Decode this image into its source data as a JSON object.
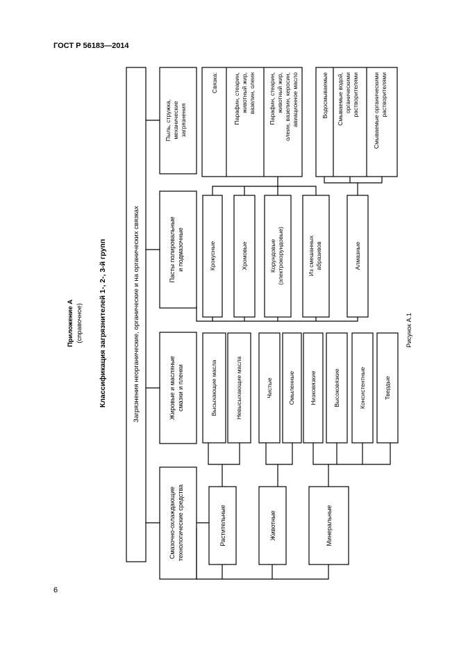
{
  "header": {
    "standard": "ГОСТ Р 56183—2014"
  },
  "footer": {
    "page_number": "6"
  },
  "appendix": {
    "title": "Приложение А",
    "note": "(справочное)"
  },
  "figure": {
    "title": "Классификация загрязнителей 1-, 2-, 3-й групп",
    "caption": "Рисунок А.1",
    "root": "Загрязнения неорганические, органические и на органических связках",
    "categories": [
      "Смазочно-охлаждающие технологические средства",
      "Жировые и масляные смазки и пленки",
      "Пасты полировальные и подмазочные",
      "Пыль, стружка, механические загрязнения"
    ],
    "sozh": [
      "Растительные",
      "Животные",
      "Минеральные"
    ],
    "greases": [
      "Высыхающие масла",
      "Невысыхающие масла",
      "Чистые",
      "Омыленные",
      "Низковязкие",
      "Высоковязкие",
      "Консистентные",
      "Твердые"
    ],
    "pastes": [
      "Крокусные",
      "Хромовые",
      "Корундовые (электрокорундовые)",
      "Из смешанных абразивов",
      "Алмазные"
    ],
    "binders": [
      "Связка:",
      "Парафин, стеарин, животный жир, вазелин, олеин",
      "Парафин, стеарин, животный жир, олеин, вазелин, керосин, авиационное масло"
    ],
    "solubility": [
      "Водосмываемые",
      "Смываемые водой, органическими растворителями",
      "Смываемые органическими растворителями"
    ]
  }
}
